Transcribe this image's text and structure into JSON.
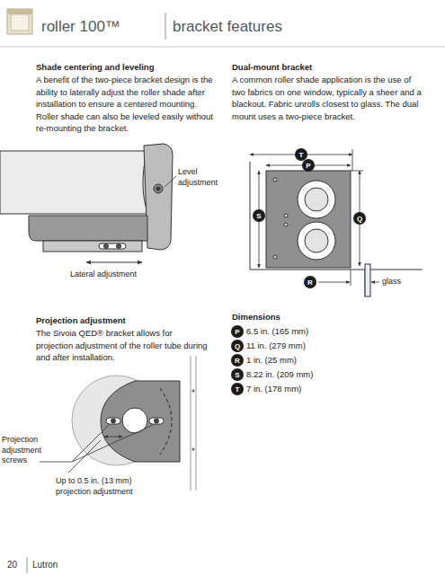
{
  "diagram": {
    "title": "bracket features",
    "nodes": [
      {
        "text": [
          "T"
        ]
      },
      {
        "text": [
          "P"
        ]
      },
      {
        "text": [
          "S"
        ]
      },
      {
        "text": [
          "Q"
        ]
      },
      {
        "text": [
          "R"
        ]
      },
      {
        "text": [
          "P"
        ]
      },
      {
        "text": [
          "Q"
        ]
      },
      {
        "text": [
          "R"
        ]
      },
      {
        "text": [
          "S"
        ]
      },
      {
        "text": [
          "T"
        ]
      }
    ],
    "labels": [
      "roller 100™",
      "Shade centering and leveling",
      "A benefit of the two-piece bracket design is the ability to laterally adjust the roller shade after installation to ensure a centered mounting. Roller shade can also be leveled easily without re-mounting the bracket.",
      "Dual-mount bracket",
      "A common roller shade application is the use of two fabrics on one window, typically a sheer and a blackout. Fabric unrolls closest to glass. The dual mount uses a two-piece bracket.",
      "Level adjustment",
      "Lateral adjustment",
      "glass",
      "Projection adjustment",
      "The Sivoia QED® bracket allows for projection adjustment of the roller tube during and after installation.",
      "Projection adjustment screws",
      "Up to 0.5 in. (13 mm) projection adjustment",
      "Dimensions",
      "6.5 in. (165 mm)",
      "11 in. (279 mm)",
      "1 in. (25 mm)",
      "8.22 in. (209 mm)",
      "7 in. (178 mm)",
      "20",
      "Lutron"
    ]
  }
}
